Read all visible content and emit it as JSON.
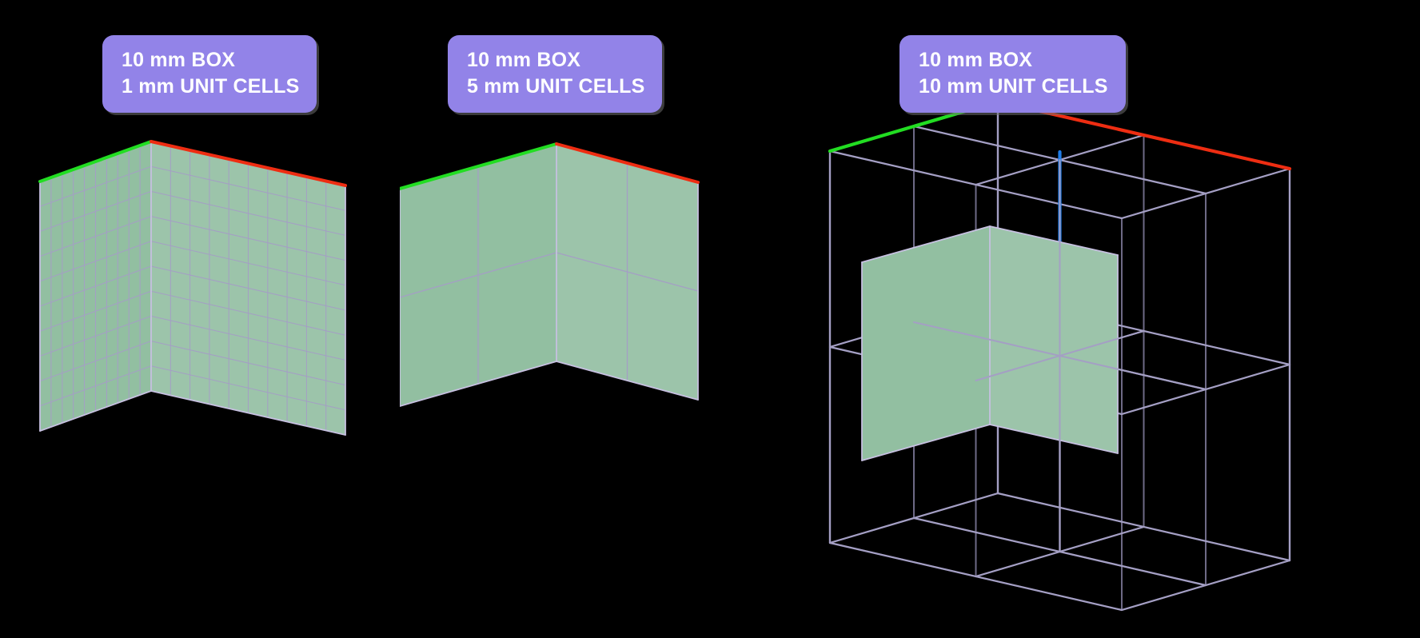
{
  "background_color": "#000000",
  "callouts": [
    {
      "id": "callout-1",
      "line1": "10 mm BOX",
      "line2": "1 mm UNIT CELLS",
      "bg_color": "#9283e8",
      "text_color": "#ffffff"
    },
    {
      "id": "callout-2",
      "line1": "10 mm BOX",
      "line2": "5 mm UNIT CELLS",
      "bg_color": "#9283e8",
      "text_color": "#ffffff"
    },
    {
      "id": "callout-3",
      "line1": "10 mm BOX",
      "line2": "10 mm UNIT CELLS",
      "bg_color": "#9283e8",
      "text_color": "#ffffff"
    }
  ],
  "colors": {
    "face_green": "#92bfa1",
    "face_green_right": "#9cc4aa",
    "face_top_dark": "#37473f",
    "grid_line": "#a49fc4",
    "wire_line": "#a49fc4",
    "wire_line_dark": "#6e6a86",
    "axis_x_red": "#ee2d12",
    "axis_y_green": "#22dd22",
    "axis_z_blue": "#1f7de8",
    "edge_highlight": "#c6c0e0"
  },
  "views": [
    {
      "name": "view-1-mesh-1mm",
      "box_size_mm": 10,
      "unit_cell_mm": 1,
      "divisions": 10,
      "render": "solid-mesh",
      "axes": [
        "x-red",
        "y-green"
      ]
    },
    {
      "name": "view-2-mesh-5mm",
      "box_size_mm": 10,
      "unit_cell_mm": 5,
      "divisions": 2,
      "render": "solid-mesh",
      "axes": [
        "x-red",
        "y-green"
      ]
    },
    {
      "name": "view-3-mesh-10mm",
      "box_size_mm": 10,
      "unit_cell_mm": 10,
      "divisions": 1,
      "render": "wireframe-lattice-with-inner-solid",
      "lattice_divisions": 2,
      "axes": [
        "x-red",
        "y-green",
        "z-blue"
      ]
    }
  ]
}
